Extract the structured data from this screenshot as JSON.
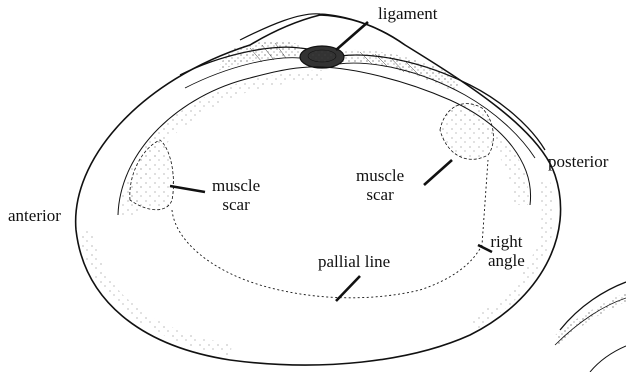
{
  "labels": {
    "ligament": "ligament",
    "anterior": "anterior",
    "posterior": "posterior",
    "muscle_scar_left": [
      "muscle",
      "scar"
    ],
    "muscle_scar_right": [
      "muscle",
      "scar"
    ],
    "pallial_line": "pallial line",
    "right_angle": [
      "right",
      "angle"
    ]
  },
  "colors": {
    "ink": "#111111",
    "background": "#ffffff",
    "stipple": "#444444"
  }
}
